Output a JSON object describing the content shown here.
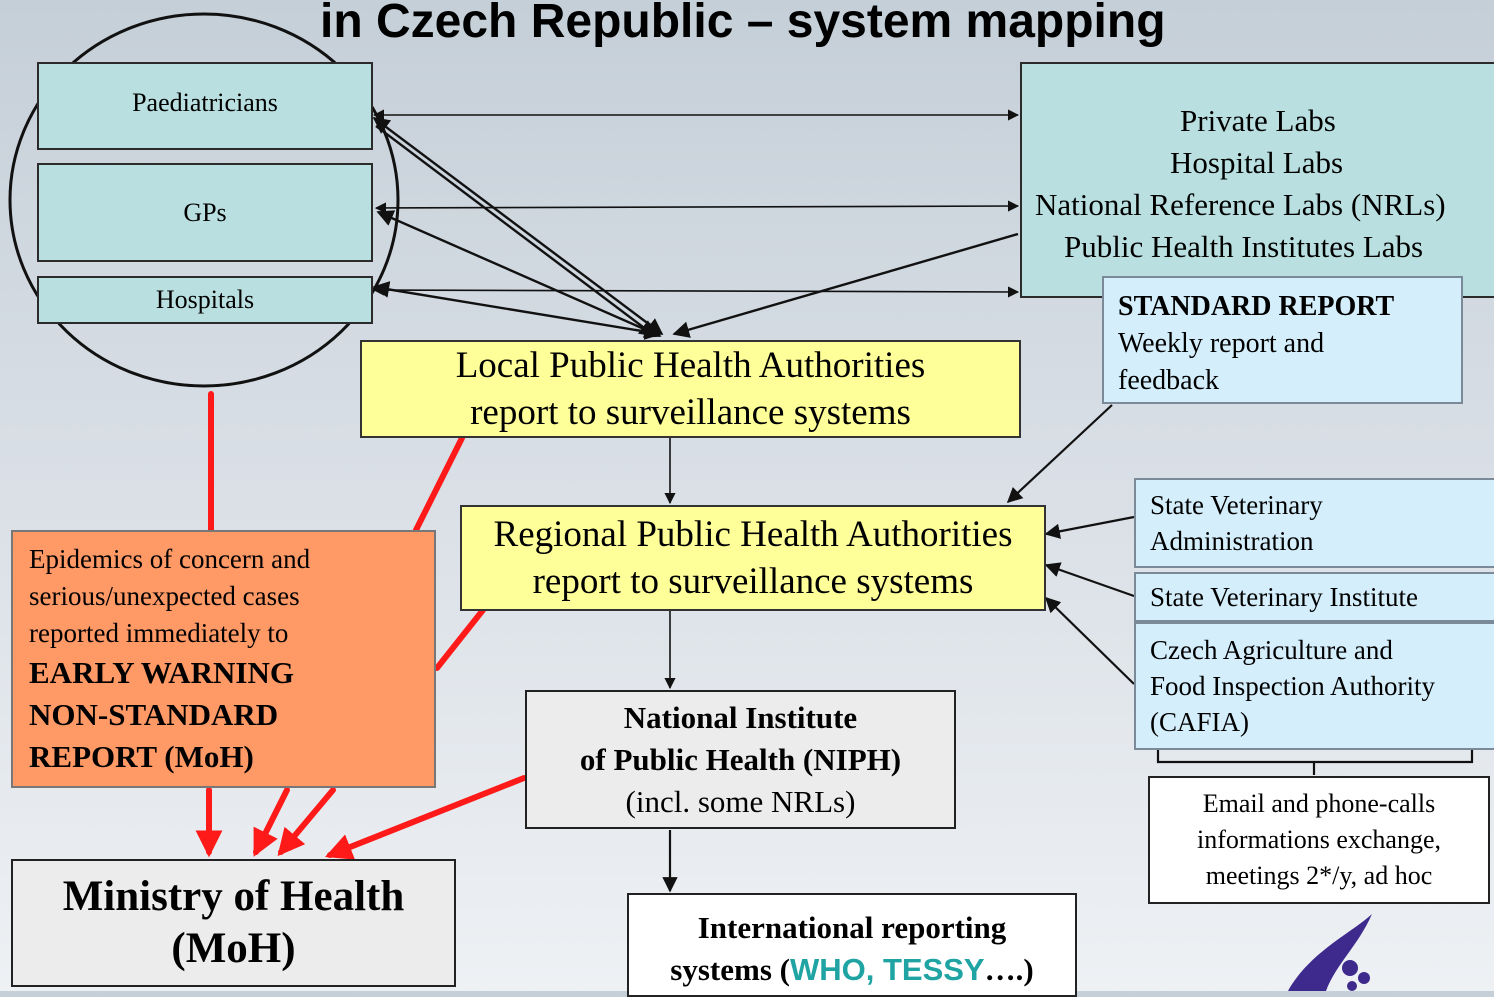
{
  "title": "in Czech Republic – system mapping",
  "providers": {
    "paediatricians": "Paediatricians",
    "gps": "GPs",
    "hospitals": "Hospitals"
  },
  "labs": {
    "lines": [
      "Private Labs",
      "Hospital Labs",
      "National Reference Labs (NRLs)",
      "Public Health Institutes Labs"
    ]
  },
  "standard_report": {
    "heading": "STANDARD REPORT",
    "lines": [
      "Weekly report and",
      "feedback"
    ]
  },
  "local_pha": {
    "lines": [
      "Local Public Health Authorities",
      "report to surveillance systems"
    ]
  },
  "regional_pha": {
    "lines": [
      "Regional Public Health Authorities",
      "report to surveillance systems"
    ]
  },
  "veterinary": {
    "state_admin": [
      "State Veterinary",
      "Administration"
    ],
    "state_institute": "State Veterinary Institute",
    "cafia": [
      "Czech Agriculture and",
      "Food Inspection Authority",
      "(CAFIA)"
    ]
  },
  "exchange": {
    "lines": [
      "Email and phone-calls",
      "informations exchange,",
      "meetings 2*/y, ad hoc"
    ]
  },
  "early_warning": {
    "lines": [
      "Epidemics of concern and",
      "serious/unexpected cases",
      "reported immediately to"
    ],
    "bold_lines": [
      "EARLY WARNING",
      "NON-STANDARD",
      "REPORT (MoH)"
    ]
  },
  "niph": {
    "bold_lines": [
      "National Institute",
      "of Public Health (NIPH)"
    ],
    "line": "(incl. some NRLs)"
  },
  "moh": {
    "lines": [
      "Ministry of Health",
      "(MoH)"
    ]
  },
  "international": {
    "line1": "International reporting",
    "prefix": "systems (",
    "highlight": "WHO, TESSY",
    "suffix": "….)"
  },
  "colors": {
    "arrow_black": "#111111",
    "arrow_red": "#ff1a1a",
    "provider_box": "#b9dfe0",
    "authority_box": "#ffff99",
    "early_warning_box": "#ff9966",
    "info_box": "#d4eefb",
    "accent": "#1fa3a3",
    "logo": "#3d2a8c"
  }
}
